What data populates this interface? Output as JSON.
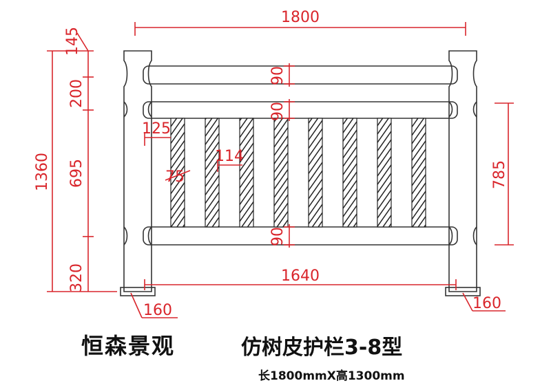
{
  "caption": {
    "brand": "恒森景观",
    "product": "仿树皮护栏3-8型",
    "spec": "长1800mmX高1300mm"
  },
  "dimensions": {
    "overall_width": "1800",
    "top_cap": "145",
    "rail_gap": "200",
    "infill_height": "695",
    "overall_height": "1360",
    "bottom_clear": "320",
    "top_rail": "90",
    "mid_rail": "90",
    "bottom_rail": "90",
    "picket_offset": "125",
    "picket_width": "75",
    "picket_gap": "114",
    "right_height": "785",
    "inner_width": "1640",
    "post_left": "160",
    "post_right": "160"
  },
  "colors": {
    "dimension": "#d9252b",
    "outline": "#333333",
    "hatch": "#222222"
  }
}
